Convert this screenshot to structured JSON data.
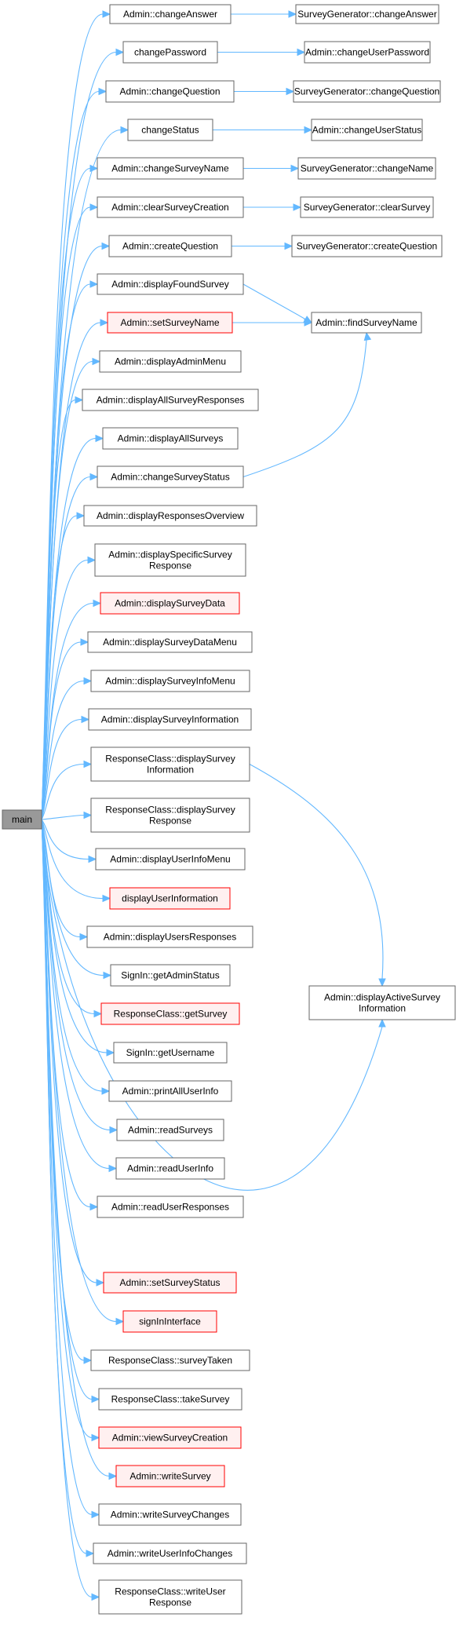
{
  "graph": {
    "root": "main",
    "callees": [
      {
        "id": "n1",
        "lines": [
          "Admin::changeAnswer"
        ],
        "status": "normal"
      },
      {
        "id": "n2",
        "lines": [
          "changePassword"
        ],
        "status": "normal"
      },
      {
        "id": "n3",
        "lines": [
          "Admin::changeQuestion"
        ],
        "status": "normal"
      },
      {
        "id": "n4",
        "lines": [
          "changeStatus"
        ],
        "status": "normal"
      },
      {
        "id": "n5",
        "lines": [
          "Admin::changeSurveyName"
        ],
        "status": "normal"
      },
      {
        "id": "n6",
        "lines": [
          "Admin::clearSurveyCreation"
        ],
        "status": "normal"
      },
      {
        "id": "n7",
        "lines": [
          "Admin::createQuestion"
        ],
        "status": "normal"
      },
      {
        "id": "n8",
        "lines": [
          "Admin::displayFoundSurvey"
        ],
        "status": "normal"
      },
      {
        "id": "n9",
        "lines": [
          "Admin::setSurveyName"
        ],
        "status": "incomplete"
      },
      {
        "id": "n10",
        "lines": [
          "Admin::displayAdminMenu"
        ],
        "status": "normal"
      },
      {
        "id": "n11",
        "lines": [
          "Admin::displayAllSurveyResponses"
        ],
        "status": "normal"
      },
      {
        "id": "n12",
        "lines": [
          "Admin::displayAllSurveys"
        ],
        "status": "normal"
      },
      {
        "id": "n13",
        "lines": [
          "Admin::changeSurveyStatus"
        ],
        "status": "normal"
      },
      {
        "id": "n14",
        "lines": [
          "Admin::displayResponsesOverview"
        ],
        "status": "normal"
      },
      {
        "id": "n15",
        "lines": [
          "Admin::displaySpecificSurvey",
          "Response"
        ],
        "status": "normal"
      },
      {
        "id": "n16",
        "lines": [
          "Admin::displaySurveyData"
        ],
        "status": "incomplete"
      },
      {
        "id": "n17",
        "lines": [
          "Admin::displaySurveyDataMenu"
        ],
        "status": "normal"
      },
      {
        "id": "n18",
        "lines": [
          "Admin::displaySurveyInfoMenu"
        ],
        "status": "normal"
      },
      {
        "id": "n19",
        "lines": [
          "Admin::displaySurveyInformation"
        ],
        "status": "normal"
      },
      {
        "id": "n20",
        "lines": [
          "ResponseClass::displaySurvey",
          "Information"
        ],
        "status": "normal"
      },
      {
        "id": "n21",
        "lines": [
          "ResponseClass::displaySurvey",
          "Response"
        ],
        "status": "normal"
      },
      {
        "id": "n22",
        "lines": [
          "Admin::displayUserInfoMenu"
        ],
        "status": "normal"
      },
      {
        "id": "n23",
        "lines": [
          "displayUserInformation"
        ],
        "status": "incomplete"
      },
      {
        "id": "n24",
        "lines": [
          "Admin::displayUsersResponses"
        ],
        "status": "normal"
      },
      {
        "id": "n25",
        "lines": [
          "SignIn::getAdminStatus"
        ],
        "status": "normal"
      },
      {
        "id": "n26",
        "lines": [
          "ResponseClass::getSurvey"
        ],
        "status": "incomplete"
      },
      {
        "id": "n27",
        "lines": [
          "SignIn::getUsername"
        ],
        "status": "normal"
      },
      {
        "id": "n28",
        "lines": [
          "Admin::printAllUserInfo"
        ],
        "status": "normal"
      },
      {
        "id": "n29",
        "lines": [
          "Admin::readSurveys"
        ],
        "status": "normal"
      },
      {
        "id": "n30",
        "lines": [
          "Admin::readUserInfo"
        ],
        "status": "normal"
      },
      {
        "id": "n31",
        "lines": [
          "Admin::readUserResponses"
        ],
        "status": "normal"
      },
      {
        "id": "n32",
        "lines": [
          "Admin::setSurveyStatus"
        ],
        "status": "incomplete"
      },
      {
        "id": "n33",
        "lines": [
          "signInInterface"
        ],
        "status": "incomplete"
      },
      {
        "id": "n34",
        "lines": [
          "ResponseClass::surveyTaken"
        ],
        "status": "normal"
      },
      {
        "id": "n35",
        "lines": [
          "ResponseClass::takeSurvey"
        ],
        "status": "normal"
      },
      {
        "id": "n36",
        "lines": [
          "Admin::viewSurveyCreation"
        ],
        "status": "incomplete"
      },
      {
        "id": "n37",
        "lines": [
          "Admin::writeSurvey"
        ],
        "status": "incomplete"
      },
      {
        "id": "n38",
        "lines": [
          "Admin::writeSurveyChanges"
        ],
        "status": "normal"
      },
      {
        "id": "n39",
        "lines": [
          "Admin::writeUserInfoChanges"
        ],
        "status": "normal"
      },
      {
        "id": "n40",
        "lines": [
          "ResponseClass::writeUser",
          "Response"
        ],
        "status": "normal"
      }
    ],
    "second_level": [
      {
        "id": "s1",
        "lines": [
          "SurveyGenerator::changeAnswer"
        ],
        "status": "normal"
      },
      {
        "id": "s2",
        "lines": [
          "Admin::changeUserPassword"
        ],
        "status": "normal"
      },
      {
        "id": "s3",
        "lines": [
          "SurveyGenerator::changeQuestion"
        ],
        "status": "normal"
      },
      {
        "id": "s4",
        "lines": [
          "Admin::changeUserStatus"
        ],
        "status": "normal"
      },
      {
        "id": "s5",
        "lines": [
          "SurveyGenerator::changeName"
        ],
        "status": "normal"
      },
      {
        "id": "s6",
        "lines": [
          "SurveyGenerator::clearSurvey"
        ],
        "status": "normal"
      },
      {
        "id": "s7",
        "lines": [
          "SurveyGenerator::createQuestion"
        ],
        "status": "normal"
      },
      {
        "id": "s8",
        "lines": [
          "Admin::findSurveyName"
        ],
        "status": "normal"
      },
      {
        "id": "s9",
        "lines": [
          "Admin::displayActiveSurvey",
          "Information"
        ],
        "status": "normal"
      }
    ],
    "edges": [
      [
        "n1",
        "s1"
      ],
      [
        "n2",
        "s2"
      ],
      [
        "n3",
        "s3"
      ],
      [
        "n4",
        "s4"
      ],
      [
        "n5",
        "s5"
      ],
      [
        "n6",
        "s6"
      ],
      [
        "n7",
        "s7"
      ],
      [
        "n8",
        "s8"
      ],
      [
        "n9",
        "s8"
      ],
      [
        "n13",
        "s8"
      ],
      [
        "n20",
        "s9"
      ],
      [
        "main",
        "s9"
      ]
    ],
    "colors": {
      "edge": "#63b8ff",
      "root_fill": "#999999",
      "incomplete_border": "#ff0000",
      "incomplete_fill": "#fff0f0",
      "node_border": "#666666"
    }
  }
}
